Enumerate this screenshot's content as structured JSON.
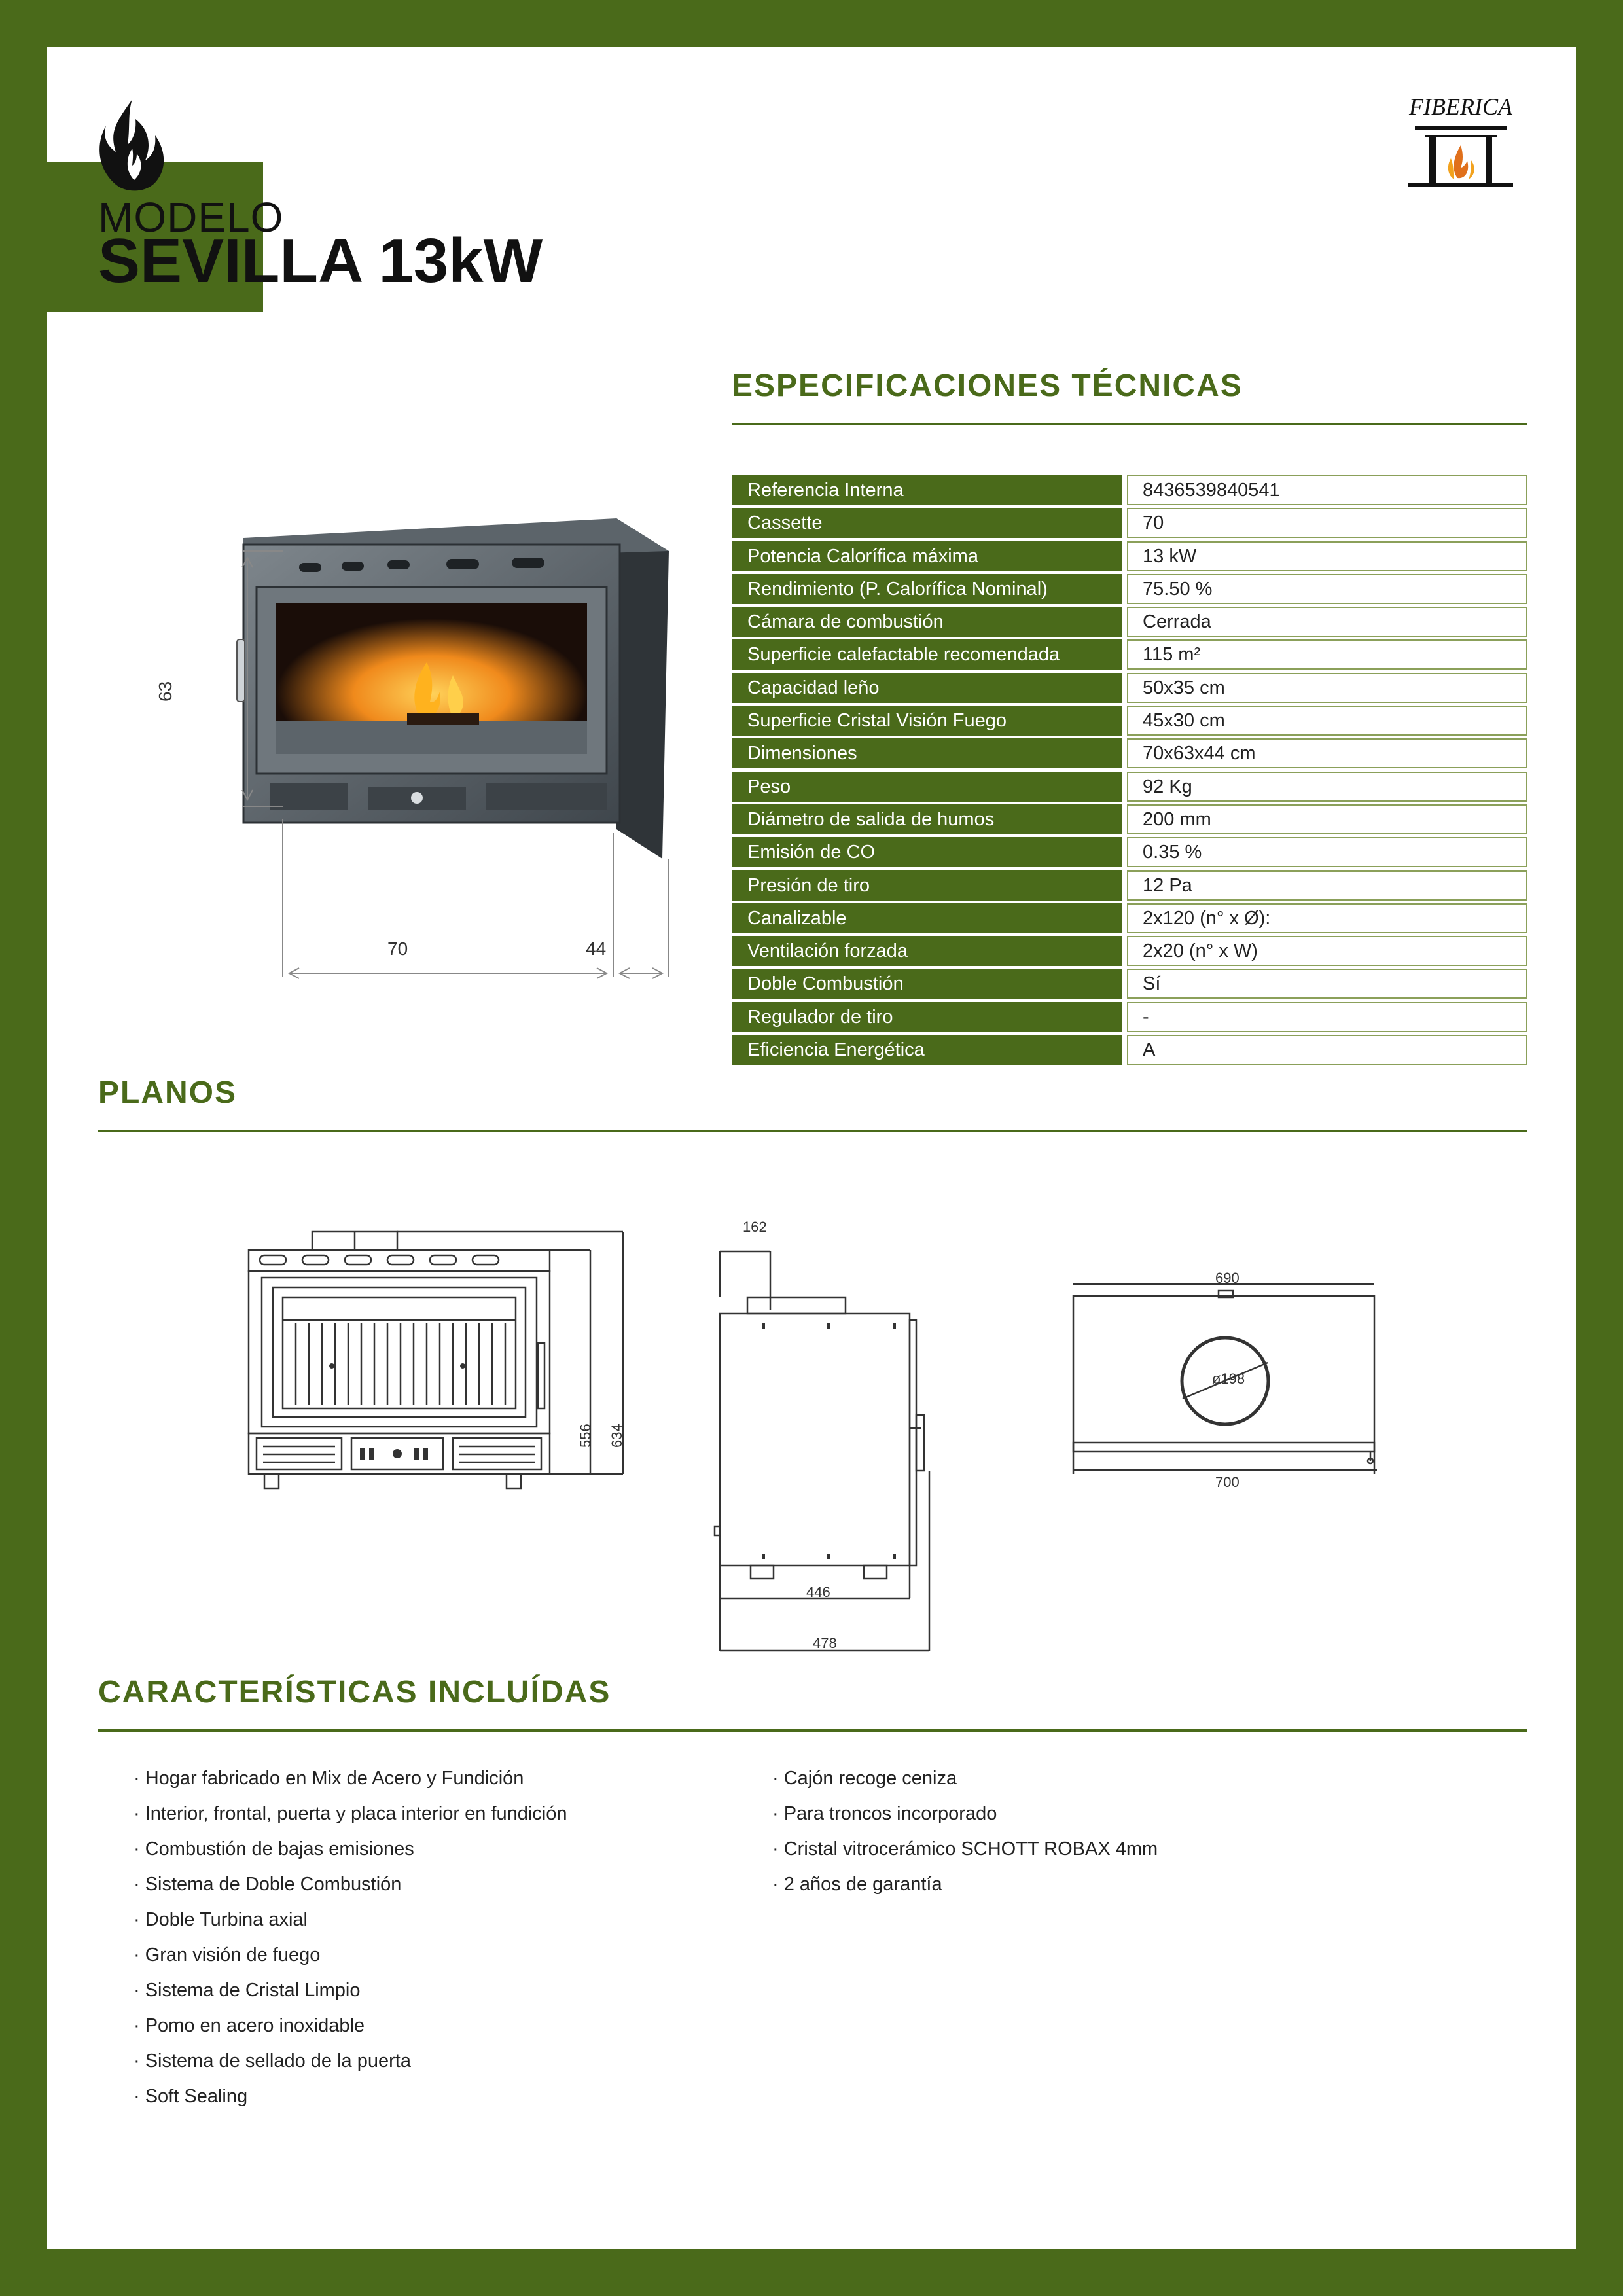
{
  "header": {
    "model_label": "MODELO",
    "title": "SEVILLA 13kW",
    "brand": "FIBERICA"
  },
  "sections": {
    "specs_title": "ESPECIFICACIONES TÉCNICAS",
    "plans_title": "PLANOS",
    "features_title": "CARACTERÍSTICAS INCLUÍDAS"
  },
  "specs": [
    {
      "label": "Referencia Interna",
      "value": "8436539840541"
    },
    {
      "label": "Cassette",
      "value": "70"
    },
    {
      "label": "Potencia Calorífica máxima",
      "value": "13 kW"
    },
    {
      "label": "Rendimiento (P. Calorífica Nominal)",
      "value": "75.50 %"
    },
    {
      "label": "Cámara de combustión",
      "value": "Cerrada"
    },
    {
      "label": "Superficie calefactable recomendada",
      "value": "115 m²"
    },
    {
      "label": "Capacidad leño",
      "value": "50x35 cm"
    },
    {
      "label": "Superficie Cristal Visión Fuego",
      "value": "45x30 cm"
    },
    {
      "label": "Dimensiones",
      "value": "70x63x44 cm"
    },
    {
      "label": "Peso",
      "value": "92 Kg"
    },
    {
      "label": "Diámetro de salida de humos",
      "value": "200 mm"
    },
    {
      "label": "Emisión de CO",
      "value": "0.35 %"
    },
    {
      "label": "Presión de tiro",
      "value": "12 Pa"
    },
    {
      "label": "Canalizable",
      "value": "2x120 (n° x Ø):"
    },
    {
      "label": "Ventilación forzada",
      "value": "2x20 (n° x W)"
    },
    {
      "label": "Doble Combustión",
      "value": "Sí"
    },
    {
      "label": "Regulador de tiro",
      "value": "-"
    },
    {
      "label": "Eficiencia Energética",
      "value": "A"
    }
  ],
  "stove_dims": {
    "height": "63",
    "width": "70",
    "depth": "44"
  },
  "plans": {
    "front": {
      "inner_h": "556",
      "outer_h": "634"
    },
    "side": {
      "top": "162",
      "inner_w": "446",
      "outer_w": "478"
    },
    "top": {
      "top_w": "690",
      "flue": "ø198",
      "bottom_w": "700"
    }
  },
  "features_left": [
    "· Hogar fabricado en Mix de Acero y Fundición",
    "· Interior, frontal, puerta y placa interior en fundición",
    "· Combustión de bajas emisiones",
    "· Sistema de Doble Combustión",
    "· Doble Turbina axial",
    "· Gran visión de fuego",
    "· Sistema de Cristal Limpio",
    "· Pomo en acero inoxidable",
    "· Sistema de sellado de la puerta",
    "· Soft Sealing"
  ],
  "features_right": [
    "· Cajón recoge ceniza",
    "· Para troncos incorporado",
    "· Cristal vitrocerámico SCHOTT ROBAX 4mm",
    "· 2 años de garantía"
  ],
  "colors": {
    "brand_green": "#4a6a1a",
    "cell_border": "#8ba05a"
  }
}
